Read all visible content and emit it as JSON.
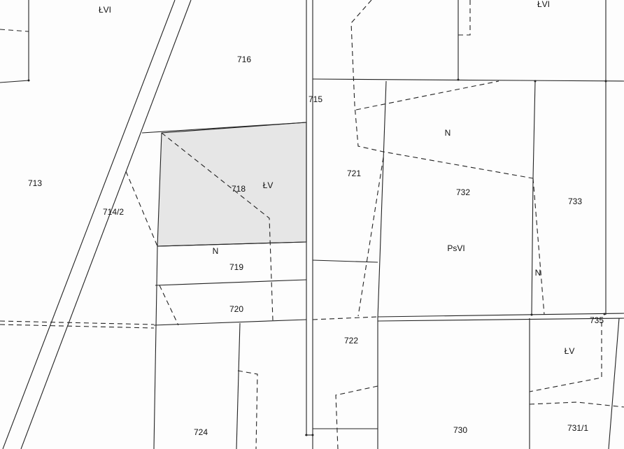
{
  "map": {
    "parcels": [
      {
        "id": "p716",
        "label": "716"
      },
      {
        "id": "p715",
        "label": "715"
      },
      {
        "id": "p713",
        "label": "713"
      },
      {
        "id": "p714-2",
        "label": "714/2"
      },
      {
        "id": "p718",
        "label": "718"
      },
      {
        "id": "p719",
        "label": "719"
      },
      {
        "id": "p720",
        "label": "720"
      },
      {
        "id": "p721",
        "label": "721"
      },
      {
        "id": "p722",
        "label": "722"
      },
      {
        "id": "p724",
        "label": "724"
      },
      {
        "id": "p730",
        "label": "730"
      },
      {
        "id": "p731-1",
        "label": "731/1"
      },
      {
        "id": "p732",
        "label": "732"
      },
      {
        "id": "p733",
        "label": "733"
      },
      {
        "id": "p735",
        "label": "735"
      }
    ],
    "land_classes": [
      {
        "label": "ŁVI"
      },
      {
        "label": "ŁVI"
      },
      {
        "label": "ŁV"
      },
      {
        "label": "N"
      },
      {
        "label": "N"
      },
      {
        "label": "PsVI"
      },
      {
        "label": "N"
      },
      {
        "label": "ŁV"
      }
    ],
    "highlight_color": "#e6e6e6"
  }
}
